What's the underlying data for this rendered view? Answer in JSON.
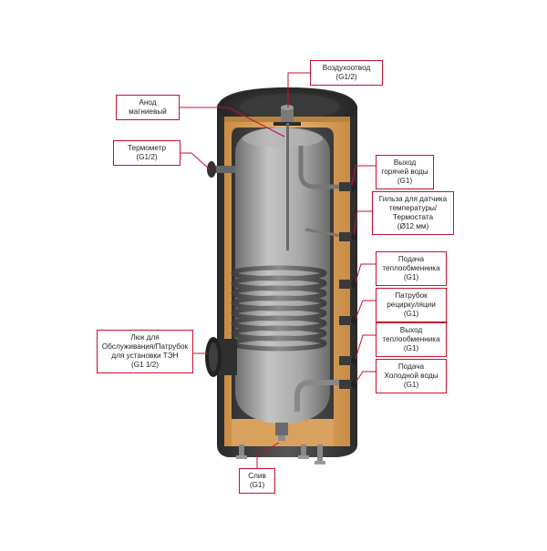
{
  "colors": {
    "label_border": "#c8102e",
    "leader_line": "#c8102e",
    "insulation": "#d9a25f",
    "casing": "#3a3a3a",
    "tank_steel": "#9a9a9a",
    "coil": "#5a5a5a"
  },
  "labels": {
    "air_vent": [
      "Воздухоотвод",
      "(G1/2)"
    ],
    "anode": [
      "Анод",
      "магниевый"
    ],
    "thermometer": [
      "Термометр",
      "(G1/2)"
    ],
    "hot_water_out": [
      "Выход",
      "горячей воды",
      "(G1)"
    ],
    "sensor_sleeve": [
      "Гильза для датчика",
      "температуры/",
      "Термостата",
      "(Ø12 мм)"
    ],
    "hx_supply": [
      "Подача",
      "теплообменника",
      "(G1)"
    ],
    "recirculation": [
      "Патрубок",
      "рециркуляции",
      "(G1)"
    ],
    "hx_return": [
      "Выход",
      "теплообменника",
      "(G1)"
    ],
    "cold_water_in": [
      "Подача",
      "Холодной воды",
      "(G1)"
    ],
    "service_hatch": [
      "Люк для",
      "Обслуживания/Патрубок",
      "для установки ТЭН",
      "(G1 1/2)"
    ],
    "drain": [
      "Слив",
      "(G1)"
    ]
  }
}
